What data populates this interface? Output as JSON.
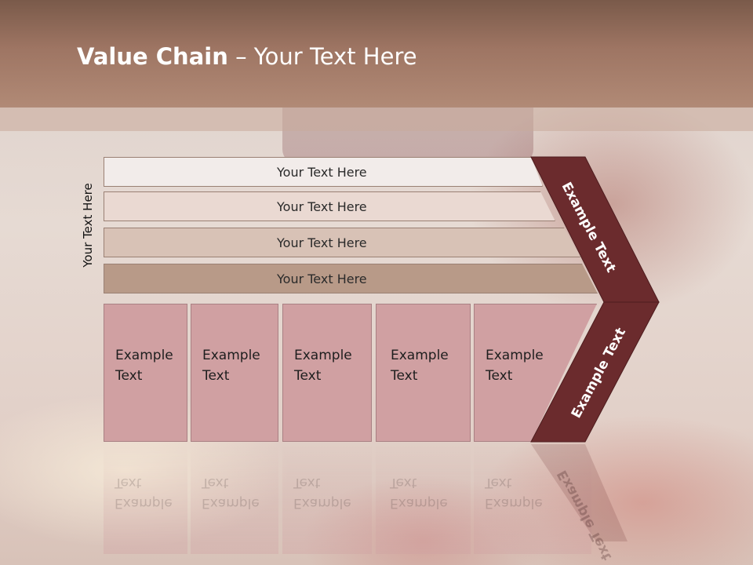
{
  "title": {
    "bold": "Value Chain",
    "rest": " – Your Text Here"
  },
  "side_label": "Your Text Here",
  "bars": [
    {
      "label": "Your Text Here"
    },
    {
      "label": "Your Text Here"
    },
    {
      "label": "Your Text Here"
    },
    {
      "label": "Your Text Here"
    }
  ],
  "boxes": [
    {
      "line1": "Example",
      "line2": "Text"
    },
    {
      "line1": "Example",
      "line2": "Text"
    },
    {
      "line1": "Example",
      "line2": "Text"
    },
    {
      "line1": "Example",
      "line2": "Text"
    },
    {
      "line1": "Example",
      "line2": "Text"
    }
  ],
  "chevron": {
    "upper": "Example Text",
    "lower": "Example Text"
  },
  "colors": {
    "header": "#9e7563",
    "chevron": "#6b2b2d",
    "box": "#d0a0a2"
  }
}
